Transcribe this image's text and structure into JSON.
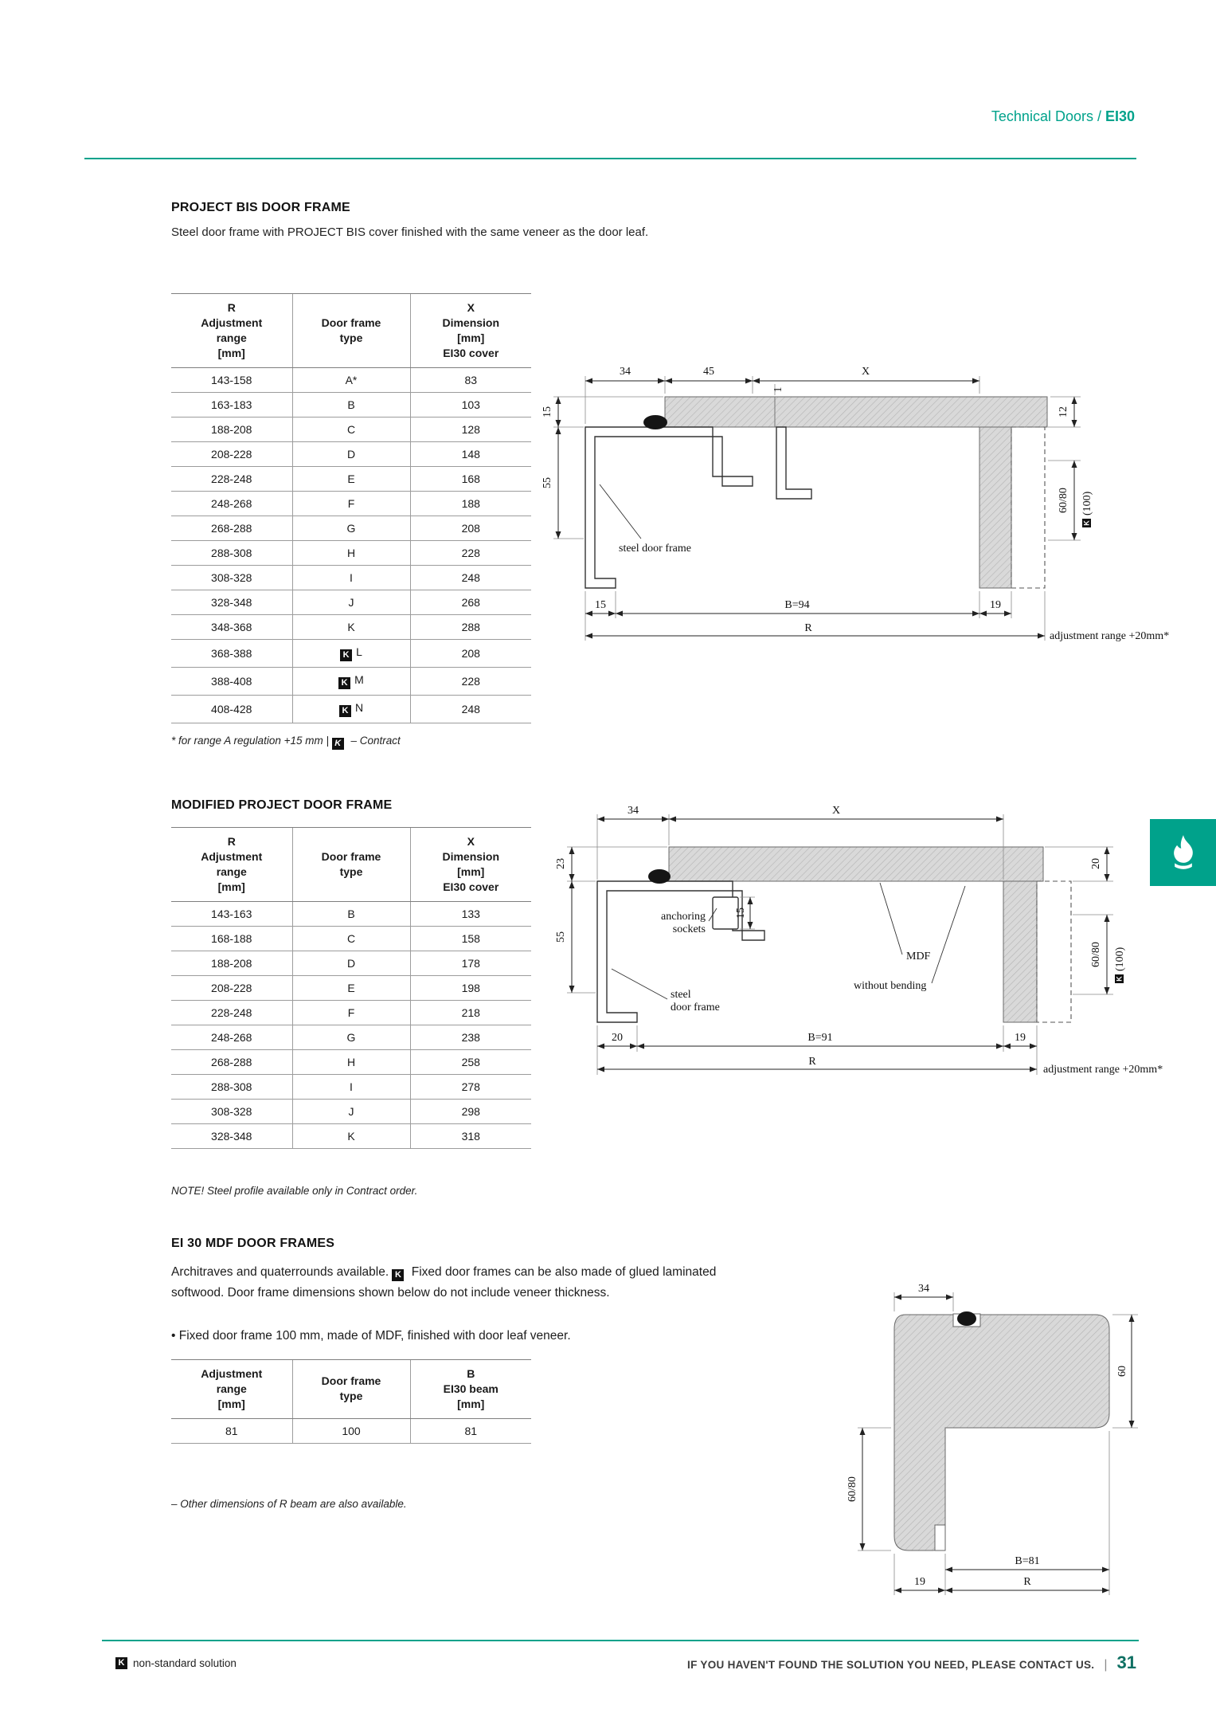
{
  "meta": {
    "accent": "#00a28b",
    "k_mark": "K"
  },
  "header": {
    "breadcrumb": "Technical Doors /",
    "code": "EI30"
  },
  "project_bis": {
    "title": "PROJECT BIS DOOR FRAME",
    "subtitle": "Steel door frame with PROJECT BIS cover finished with the same veneer as the door leaf.",
    "table": {
      "headers": [
        "R\nAdjustment\nrange\n[mm]",
        "Door frame\ntype",
        "X\nDimension\n[mm]\nEI30 cover"
      ],
      "rows": [
        {
          "range": "143-158",
          "type": "A*",
          "k": false,
          "dim": "83"
        },
        {
          "range": "163-183",
          "type": "B",
          "k": false,
          "dim": "103"
        },
        {
          "range": "188-208",
          "type": "C",
          "k": false,
          "dim": "128"
        },
        {
          "range": "208-228",
          "type": "D",
          "k": false,
          "dim": "148"
        },
        {
          "range": "228-248",
          "type": "E",
          "k": false,
          "dim": "168"
        },
        {
          "range": "248-268",
          "type": "F",
          "k": false,
          "dim": "188"
        },
        {
          "range": "268-288",
          "type": "G",
          "k": false,
          "dim": "208"
        },
        {
          "range": "288-308",
          "type": "H",
          "k": false,
          "dim": "228"
        },
        {
          "range": "308-328",
          "type": "I",
          "k": false,
          "dim": "248"
        },
        {
          "range": "328-348",
          "type": "J",
          "k": false,
          "dim": "268"
        },
        {
          "range": "348-368",
          "type": "K",
          "k": false,
          "dim": "288"
        },
        {
          "range": "368-388",
          "type": "L",
          "k": true,
          "dim": "208"
        },
        {
          "range": "388-408",
          "type": "M",
          "k": true,
          "dim": "228"
        },
        {
          "range": "408-428",
          "type": "N",
          "k": true,
          "dim": "248"
        }
      ]
    },
    "footnote_pre": "* for range A regulation +15 mm  |",
    "footnote_post": "– Contract",
    "drawing": {
      "dim_34": "34",
      "dim_45": "45",
      "dim_x": "X",
      "dim_1": "1",
      "dim_15_left": "15",
      "dim_55": "55",
      "dim_15_bottom": "15",
      "dim_b": "B=94",
      "dim_19": "19",
      "dim_r": "R",
      "dim_12": "12",
      "dim_6080": "60/80",
      "dim_100": "(100)",
      "label_frame": "steel door frame",
      "label_adjust": "adjustment range +20mm*"
    }
  },
  "modified_project": {
    "title": "MODIFIED PROJECT DOOR FRAME",
    "table": {
      "headers": [
        "R\nAdjustment\nrange\n[mm]",
        "Door frame\ntype",
        "X\nDimension\n[mm]\nEI30 cover"
      ],
      "rows": [
        {
          "range": "143-163",
          "type": "B",
          "k": false,
          "dim": "133"
        },
        {
          "range": "168-188",
          "type": "C",
          "k": false,
          "dim": "158"
        },
        {
          "range": "188-208",
          "type": "D",
          "k": false,
          "dim": "178"
        },
        {
          "range": "208-228",
          "type": "E",
          "k": false,
          "dim": "198"
        },
        {
          "range": "228-248",
          "type": "F",
          "k": false,
          "dim": "218"
        },
        {
          "range": "248-268",
          "type": "G",
          "k": false,
          "dim": "238"
        },
        {
          "range": "268-288",
          "type": "H",
          "k": false,
          "dim": "258"
        },
        {
          "range": "288-308",
          "type": "I",
          "k": false,
          "dim": "278"
        },
        {
          "range": "308-328",
          "type": "J",
          "k": false,
          "dim": "298"
        },
        {
          "range": "328-348",
          "type": "K",
          "k": false,
          "dim": "318"
        }
      ]
    },
    "note": "NOTE! Steel profile available only in Contract order.",
    "drawing": {
      "dim_34": "34",
      "dim_x": "X",
      "dim_23": "23",
      "dim_55": "55",
      "dim_15": "15",
      "dim_20_bottom": "20",
      "dim_b": "B=91",
      "dim_19": "19",
      "dim_r": "R",
      "dim_20_right": "20",
      "dim_6080": "60/80",
      "dim_100": "(100)",
      "label_anchoring_1": "anchoring",
      "label_anchoring_2": "sockets",
      "label_mdf": "MDF",
      "label_without_bending": "without bending",
      "label_frame_1": "steel",
      "label_frame_2": "door frame",
      "label_adjust": "adjustment range +20mm*"
    }
  },
  "mdf_frames": {
    "title": "EI 30 MDF DOOR FRAMES",
    "para_before_k": "Architraves and quaterrounds available.",
    "para_after_k": "Fixed door frames can be also made of glued laminated softwood. Door frame dimensions shown below do not include veneer thickness.",
    "bullet": "• Fixed door frame 100 mm, made of MDF, finished with door leaf veneer.",
    "table": {
      "headers": [
        "Adjustment\nrange\n[mm]",
        "Door frame\ntype",
        "B\nEI30 beam\n[mm]"
      ],
      "rows": [
        {
          "range": "81",
          "type": "100",
          "k": false,
          "dim": "81"
        }
      ]
    },
    "note": "– Other dimensions of R beam are also available.",
    "drawing": {
      "dim_34": "34",
      "dim_60": "60",
      "dim_6080": "60/80",
      "dim_b": "B=81",
      "dim_19": "19",
      "dim_r": "R"
    }
  },
  "footer": {
    "left_label": "non-standard solution",
    "right_text": "IF YOU HAVEN'T FOUND THE SOLUTION YOU NEED, PLEASE CONTACT US.",
    "separator": "|",
    "page_number": "31"
  }
}
